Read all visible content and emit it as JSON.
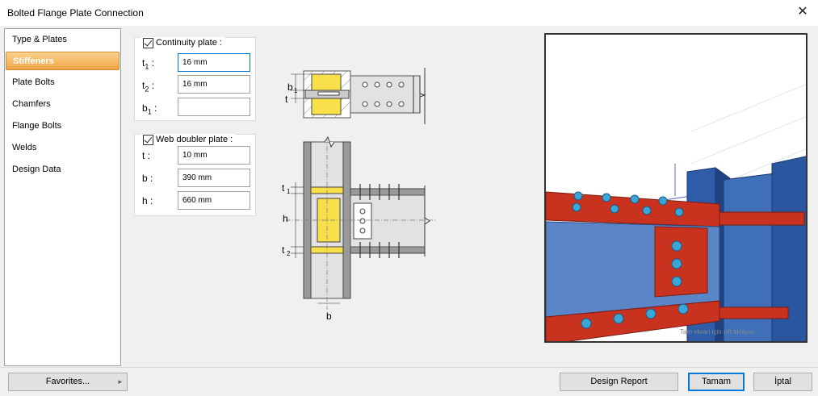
{
  "window": {
    "title": "Bolted Flange Plate Connection",
    "close_glyph": "✕"
  },
  "nav": {
    "items": [
      {
        "label": "Type & Plates"
      },
      {
        "label": "Stiffeners"
      },
      {
        "label": "Plate Bolts"
      },
      {
        "label": "Chamfers"
      },
      {
        "label": "Flange Bolts"
      },
      {
        "label": "Welds"
      },
      {
        "label": "Design Data"
      }
    ],
    "selected": "Stiffeners"
  },
  "continuity_plate": {
    "label": "Continuity plate :",
    "checked": true,
    "t1": {
      "label": "t",
      "sub": "1",
      "colon": " :",
      "value": "16 mm"
    },
    "t2": {
      "label": "t",
      "sub": "2",
      "colon": " :",
      "value": "16 mm"
    },
    "b1": {
      "label": "b",
      "sub": "1",
      "colon": " :",
      "value": ""
    }
  },
  "web_doubler_plate": {
    "label": "Web doubler plate :",
    "checked": true,
    "t": {
      "label": "t :",
      "value": "10 mm"
    },
    "b": {
      "label": "b :",
      "value": "390 mm"
    },
    "h": {
      "label": "h :",
      "value": "660 mm"
    }
  },
  "diagram_labels": {
    "b1": "b",
    "b1_sub": "1",
    "t": "t",
    "t1": "t",
    "t1_sub": "1",
    "h": "h",
    "t2": "t",
    "t2_sub": "2",
    "b": "b"
  },
  "preview": {
    "hint": "Tam ekran için çift tıklayın."
  },
  "buttons": {
    "favorites": "Favorites...",
    "favorites_arrow": "▸",
    "design_report": "Design Report",
    "ok": "Tamam",
    "cancel": "İptal"
  },
  "colors": {
    "accent": "#0078d7",
    "selected_tab": "#f1a545",
    "plate_yellow": "#f7e04a",
    "flange_red": "#c0392b",
    "steel_blue": "#3a6fb5"
  }
}
